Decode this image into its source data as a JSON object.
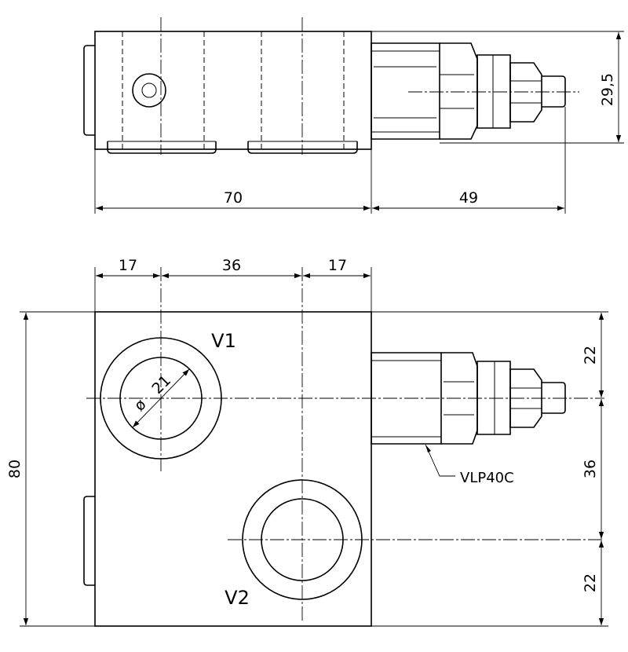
{
  "dimensions": {
    "top_width_left": "70",
    "top_width_right": "49",
    "top_height": "29,5",
    "front_span_left": "17",
    "front_span_mid": "36",
    "front_span_right": "17",
    "front_height": "80",
    "right_upper": "22",
    "right_mid": "36",
    "right_lower": "22",
    "port_diameter": "21"
  },
  "labels": {
    "port_1": "V1",
    "port_2": "V2",
    "callout": "VLP40C",
    "diameter_symbol": "ø"
  }
}
